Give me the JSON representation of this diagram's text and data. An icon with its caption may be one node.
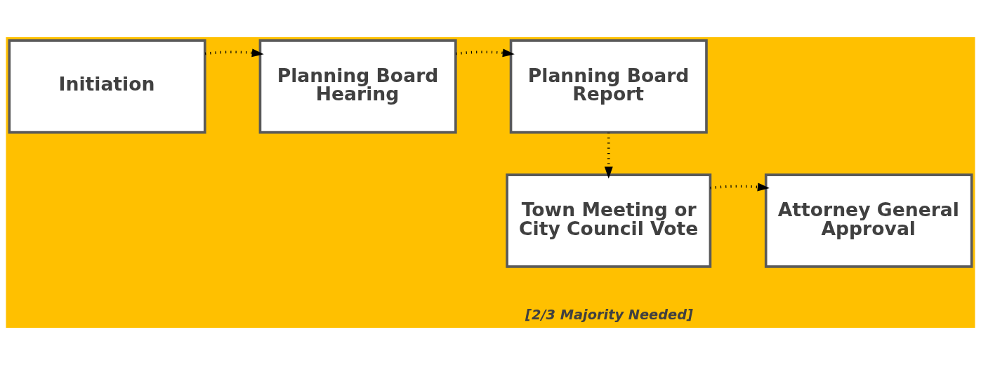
{
  "diagram": {
    "nodes": [
      {
        "text": [
          "Initiation"
        ]
      },
      {
        "text": [
          "Planning Board Hearing"
        ]
      },
      {
        "text": [
          "Planning Board Report"
        ]
      },
      {
        "text": [
          "Town Meeting or City Council Vote"
        ],
        "beside": [
          "[2/3 Majority Needed]"
        ]
      },
      {
        "text": [
          "Attorney General Approval"
        ]
      }
    ],
    "edges": [
      {
        "from": 0,
        "to": 1,
        "arrow": "to"
      },
      {
        "from": 1,
        "to": 2,
        "arrow": "to"
      },
      {
        "from": 2,
        "to": 3,
        "arrow": "to"
      },
      {
        "from": 3,
        "to": 4,
        "arrow": "to"
      }
    ]
  }
}
